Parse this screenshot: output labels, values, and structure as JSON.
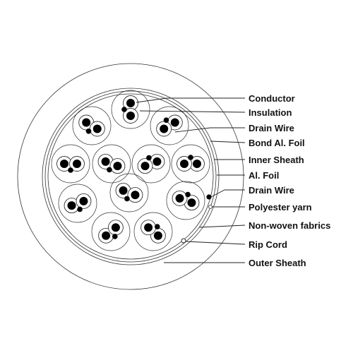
{
  "diagram": {
    "labels": [
      {
        "key": "conductor",
        "text": "Conductor"
      },
      {
        "key": "insulation",
        "text": "Insulation"
      },
      {
        "key": "drain_wire_1",
        "text": "Drain Wire"
      },
      {
        "key": "bond_al_foil",
        "text": "Bond Al. Foil"
      },
      {
        "key": "inner_sheath",
        "text": "Inner Sheath"
      },
      {
        "key": "al_foil",
        "text": "Al. Foil"
      },
      {
        "key": "drain_wire_2",
        "text": "Drain Wire"
      },
      {
        "key": "polyester_yarn",
        "text": "Polyester yarn"
      },
      {
        "key": "non_woven_fabrics",
        "text": "Non-woven fabrics"
      },
      {
        "key": "rip_cord",
        "text": "Rip Cord"
      },
      {
        "key": "outer_sheath",
        "text": "Outer Sheath"
      }
    ],
    "pair_count": 12,
    "colors": {
      "line": "#333333",
      "conductor": "#000000",
      "fill": "#ffffff"
    }
  }
}
